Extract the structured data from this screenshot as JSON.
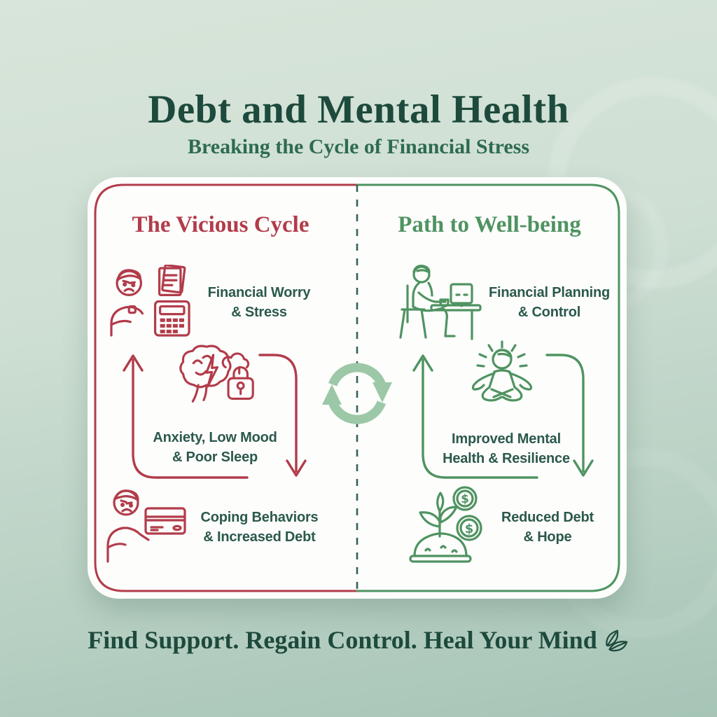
{
  "header": {
    "title": "Debt and Mental Health",
    "subtitle": "Breaking the Cycle of Financial Stress"
  },
  "card": {
    "left": {
      "heading": "The Vicious Cycle",
      "items": [
        {
          "icon": "worried-person-bills-calculator-icon",
          "label": "Financial Worry\n& Stress"
        },
        {
          "icon": "stressed-brain-lock-icon",
          "label": "Anxiety, Low Mood\n& Poor Sleep"
        },
        {
          "icon": "worried-person-credit-card-icon",
          "label": "Coping Behaviors\n& Increased Debt"
        }
      ]
    },
    "right": {
      "heading": "Path to Well-being",
      "items": [
        {
          "icon": "person-at-desk-computer-icon",
          "label": "Financial Planning\n& Control"
        },
        {
          "icon": "meditating-person-icon",
          "label": "Improved Mental\nHealth & Resilience"
        },
        {
          "icon": "sprout-coins-icon",
          "label": "Reduced Debt\n& Hope"
        }
      ]
    },
    "center_icon": "cycle-arrows-icon"
  },
  "footer": {
    "tagline": "Find Support. Regain Control. Heal Your Mind",
    "icon": "leaf-icon"
  },
  "colors": {
    "background_top": "#d8e5da",
    "background_bottom": "#a6c5b7",
    "card": "#fdfdfc",
    "negative": "#b23c4a",
    "positive": "#4f9361",
    "title": "#1d4a3c",
    "subtitle": "#2e6b50",
    "label": "#2b594c",
    "divider": "#34615a",
    "cycle": "#9cc8a7"
  }
}
